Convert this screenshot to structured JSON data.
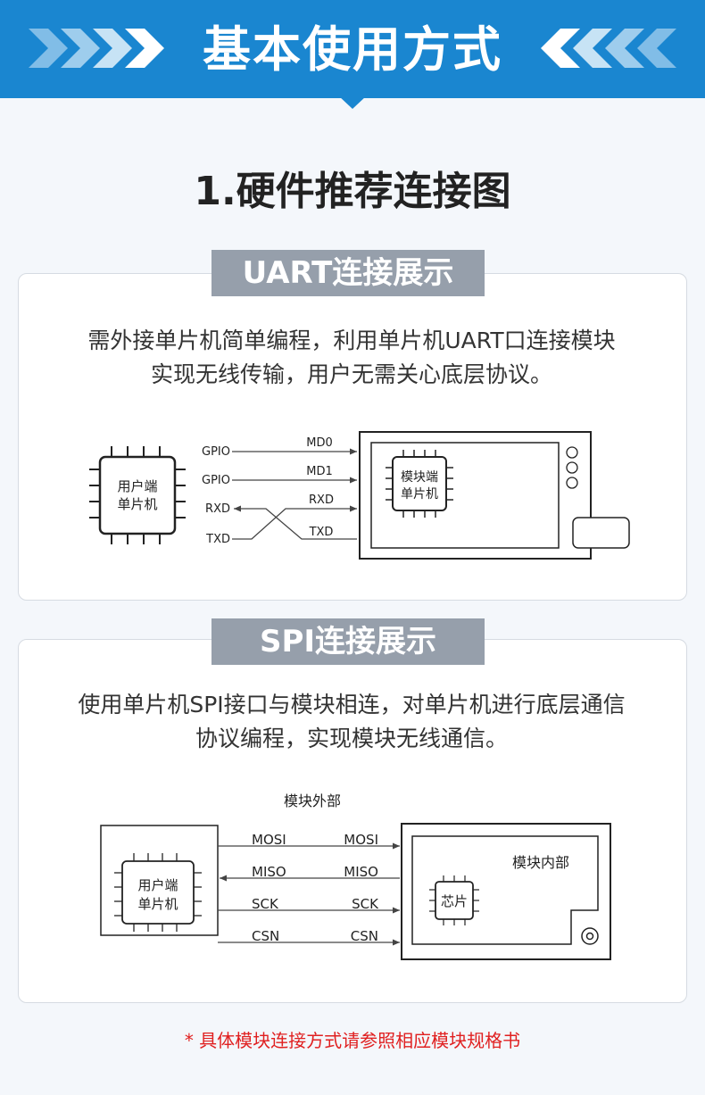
{
  "banner": {
    "title": "基本使用方式"
  },
  "section": {
    "heading": "1.硬件推荐连接图"
  },
  "uart": {
    "tag": "UART连接展示",
    "desc_line1": "需外接单片机简单编程，利用单片机UART口连接模块",
    "desc_line2": "实现无线传输，用户无需关心底层协议。",
    "user_chip_line1": "用户端",
    "user_chip_line2": "单片机",
    "module_chip_line1": "模块端",
    "module_chip_line2": "单片机",
    "pins_left": [
      "GPIO",
      "GPIO",
      "RXD",
      "TXD"
    ],
    "pins_right": [
      "MD0",
      "MD1",
      "RXD",
      "TXD"
    ]
  },
  "spi": {
    "tag": "SPI连接展示",
    "desc_line1": "使用单片机SPI接口与模块相连，对单片机进行底层通信",
    "desc_line2": "协议编程，实现模块无线通信。",
    "outside_label": "模块外部",
    "inside_label": "模块内部",
    "user_chip_line1": "用户端",
    "user_chip_line2": "单片机",
    "core_chip": "芯片",
    "signals": [
      {
        "left": "MOSI",
        "right": "MOSI"
      },
      {
        "left": "MISO",
        "right": "MISO"
      },
      {
        "left": "SCK",
        "right": "SCK"
      },
      {
        "left": "CSN",
        "right": "CSN"
      }
    ]
  },
  "footnote": "* 具体模块连接方式请参照相应模块规格书",
  "colors": {
    "banner": "#1a86d0",
    "tag": "#969fab",
    "footnote": "#e02020"
  }
}
